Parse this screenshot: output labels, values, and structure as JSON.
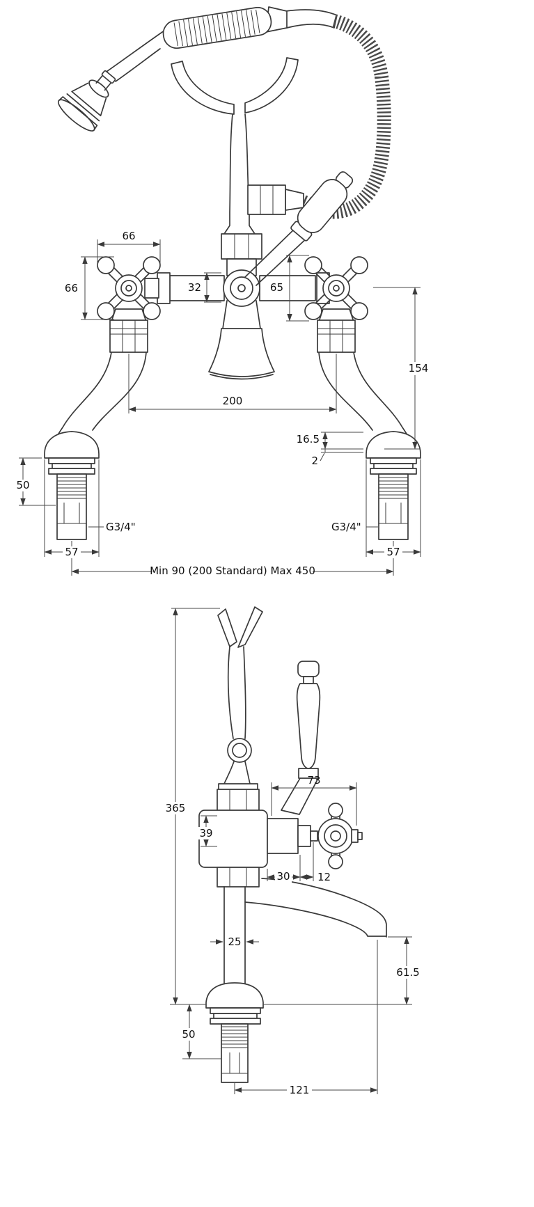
{
  "front_view": {
    "dims": {
      "handle_width": "66",
      "handle_height": "66",
      "center_body": "32",
      "right_handle": "65",
      "height_to_base": "154",
      "handle_centres": "200",
      "base_step": "16.5",
      "washer": "2",
      "tail_length": "50",
      "thread_left": "G3/4\"",
      "thread_right": "G3/4\"",
      "base_width_left": "57",
      "base_width_right": "57",
      "centres_range": "Min 90 (200 Standard) Max 450"
    }
  },
  "side_view": {
    "dims": {
      "overall_height": "365",
      "handle_reach": "73",
      "body_section": "39",
      "stem_a": "30",
      "stem_b": "12",
      "pipe_width": "25",
      "spout_clearance": "61.5",
      "tail_length": "50",
      "spout_reach": "121"
    }
  }
}
